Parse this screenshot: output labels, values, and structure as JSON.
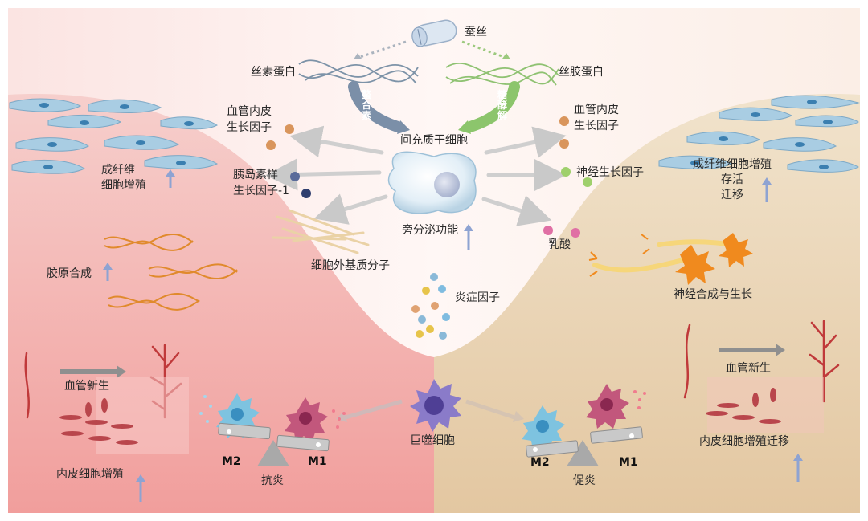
{
  "top": {
    "silk": "蚕丝",
    "fibroin": "丝素蛋白",
    "sericin": "丝胶蛋白",
    "left_process": "螯合素",
    "right_process": "糖酵解"
  },
  "center": {
    "msc": "间充质干细胞",
    "paracrine": "旁分泌功能",
    "ecm": "细胞外基质分子",
    "inflammatory": "炎症因子",
    "macrophage": "巨噬细胞"
  },
  "left_factors": {
    "vegf_line1": "血管内皮",
    "vegf_line2": "生长因子",
    "igf_line1": "胰岛素样",
    "igf_line2": "生长因子-1"
  },
  "right_factors": {
    "vegf_line1": "血管内皮",
    "vegf_line2": "生长因子",
    "ngf": "神经生长因子",
    "lactate": "乳酸"
  },
  "left_panel": {
    "fibroblast_line1": "成纤维",
    "fibroblast_line2": "细胞增殖",
    "collagen": "胶原合成",
    "angiogenesis": "血管新生",
    "endothelial": "内皮细胞增殖",
    "m2": "M2",
    "m1": "M1",
    "result": "抗炎"
  },
  "right_panel": {
    "fibroblast_line1": "成纤维细胞增殖",
    "fibroblast_line2": "存活",
    "fibroblast_line3": "迁移",
    "nerve": "神经合成与生长",
    "angiogenesis": "血管新生",
    "endothelial": "内皮细胞增殖迁移",
    "m2": "M2",
    "m1": "M1",
    "result": "促炎"
  },
  "colors": {
    "left_bg": "#f4b6b4",
    "right_bg": "#e9d3b3",
    "up_arrow": "#8ea3d2",
    "fibroblast": "#a9cde3",
    "vessel": "#c0393a",
    "collagen": "#e08a2c",
    "neuron": "#f08a1e",
    "fibroin_fiber": "#7d93a8",
    "sericin_fiber": "#a3cf87",
    "m1_cell": "#c2577c",
    "m2_cell": "#7ec3e0",
    "macrophage_cell": "#7d6ac0"
  }
}
